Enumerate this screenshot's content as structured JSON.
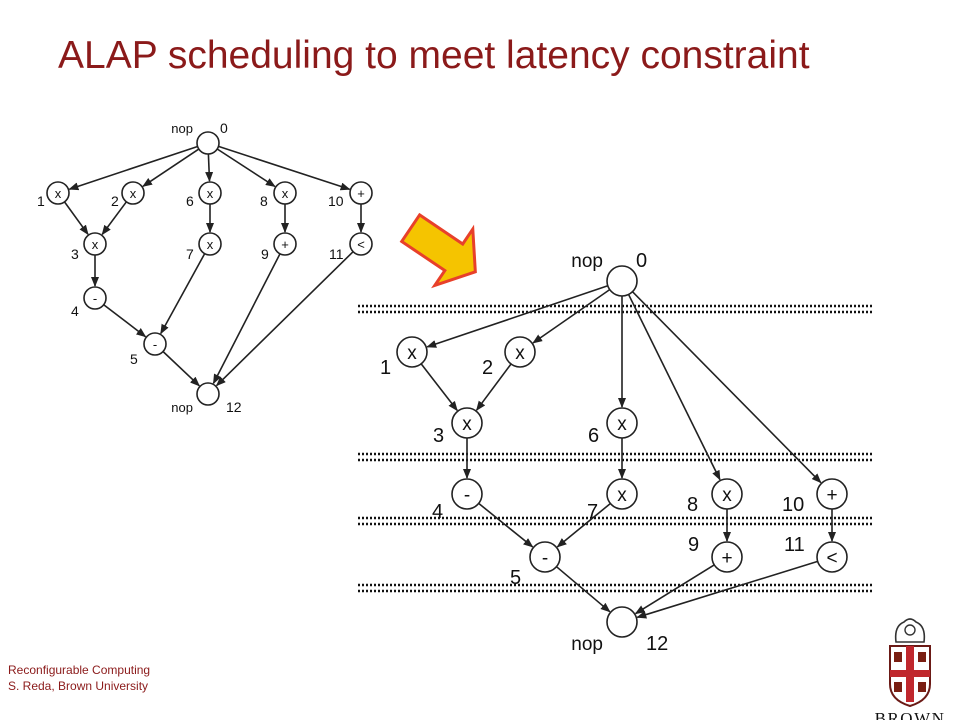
{
  "slide": {
    "title": "ALAP scheduling to meet latency constraint",
    "footer_line1": "Reconfigurable Computing",
    "footer_line2": "S. Reda, Brown University",
    "logo_text": "BROWN",
    "title_color": "#8b1a1a",
    "arrow_fill": "#f5c400",
    "arrow_stroke": "#e8402a"
  },
  "small_graph": {
    "nodes": [
      {
        "id": "0",
        "op": "nop",
        "label": "0"
      },
      {
        "id": "1",
        "op": "x",
        "label": "1"
      },
      {
        "id": "2",
        "op": "x",
        "label": "2"
      },
      {
        "id": "6",
        "op": "x",
        "label": "6"
      },
      {
        "id": "8",
        "op": "x",
        "label": "8"
      },
      {
        "id": "10",
        "op": "+",
        "label": "10"
      },
      {
        "id": "3",
        "op": "x",
        "label": "3"
      },
      {
        "id": "7",
        "op": "x",
        "label": "7"
      },
      {
        "id": "9",
        "op": "+",
        "label": "9"
      },
      {
        "id": "11",
        "op": "<",
        "label": "11"
      },
      {
        "id": "4",
        "op": "-",
        "label": "4"
      },
      {
        "id": "5",
        "op": "-",
        "label": "5"
      },
      {
        "id": "12",
        "op": "nop",
        "label": "12"
      }
    ]
  },
  "large_graph": {
    "nodes": [
      {
        "id": "0",
        "op": "nop",
        "label": "0"
      },
      {
        "id": "1",
        "op": "x",
        "label": "1"
      },
      {
        "id": "2",
        "op": "x",
        "label": "2"
      },
      {
        "id": "3",
        "op": "x",
        "label": "3"
      },
      {
        "id": "6",
        "op": "x",
        "label": "6"
      },
      {
        "id": "4",
        "op": "-",
        "label": "4"
      },
      {
        "id": "7",
        "op": "x",
        "label": "7"
      },
      {
        "id": "8",
        "op": "x",
        "label": "8"
      },
      {
        "id": "10",
        "op": "+",
        "label": "10"
      },
      {
        "id": "5",
        "op": "-",
        "label": "5"
      },
      {
        "id": "9",
        "op": "+",
        "label": "9"
      },
      {
        "id": "11",
        "op": "<",
        "label": "11"
      },
      {
        "id": "12",
        "op": "nop",
        "label": "12"
      }
    ]
  },
  "edges": [
    [
      "0",
      "1"
    ],
    [
      "0",
      "2"
    ],
    [
      "0",
      "6"
    ],
    [
      "0",
      "8"
    ],
    [
      "0",
      "10"
    ],
    [
      "1",
      "3"
    ],
    [
      "2",
      "3"
    ],
    [
      "3",
      "4"
    ],
    [
      "4",
      "5"
    ],
    [
      "6",
      "7"
    ],
    [
      "7",
      "5"
    ],
    [
      "8",
      "9"
    ],
    [
      "10",
      "11"
    ],
    [
      "5",
      "12"
    ],
    [
      "9",
      "12"
    ],
    [
      "11",
      "12"
    ]
  ]
}
